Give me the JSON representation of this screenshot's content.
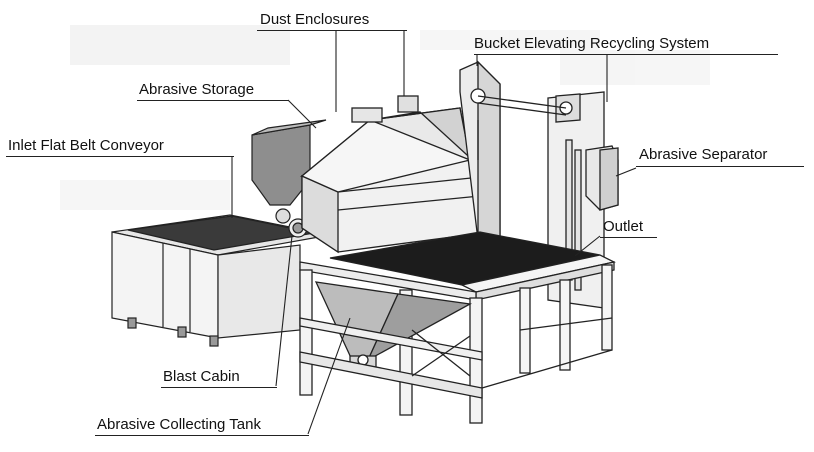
{
  "labels": {
    "dust_enclosures": "Dust Enclosures",
    "bucket_elevating": "Bucket Elevating Recycling System",
    "abrasive_storage": "Abrasive Storage",
    "inlet_conveyor": "Inlet Flat Belt Conveyor",
    "abrasive_separator": "Abrasive Separator",
    "outlet": "Outlet",
    "blast_cabin": "Blast Cabin",
    "collecting_tank": "Abrasive Collecting Tank"
  },
  "colors": {
    "line": "#222222",
    "metal_light": "#f2f2f2",
    "metal_mid": "#d8d8d8",
    "metal_dark": "#8a8a8a",
    "belt": "#1a1a1a"
  }
}
